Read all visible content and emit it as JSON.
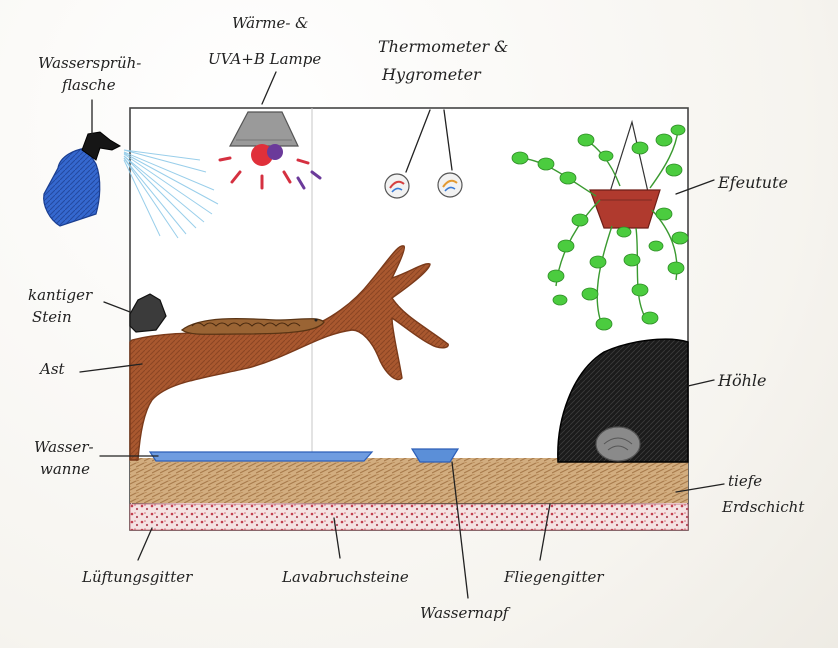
{
  "labels": {
    "spray_bottle": [
      "Wassersprüh-",
      "flasche"
    ],
    "lamp": [
      "Wärme- &",
      "UVA+B Lampe"
    ],
    "thermo": [
      "Thermometer &",
      "Hygrometer"
    ],
    "ivy": "Efeutute",
    "stone": [
      "kantiger",
      "Stein"
    ],
    "branch": "Ast",
    "cave": "Höhle",
    "water_tray": [
      "Wasser-",
      "wanne"
    ],
    "soil": [
      "tiefe",
      "Erdschicht"
    ],
    "vent": "Lüftungsgitter",
    "lava": "Lavabruchsteine",
    "fly_screen": "Fliegengitter",
    "water_bowl": "Wassernapf"
  },
  "colors": {
    "bottle": "#2f5fc4",
    "nozzle": "#1a1a1a",
    "mist": "#8ec9e8",
    "lamp_shade": "#8f8f8f",
    "lamp_red": "#e0303a",
    "lamp_purple": "#6b3a9a",
    "branch": "#a0522d",
    "snake": "#8b5a2b",
    "stone": "#3a3a3a",
    "ivy": "#3fc23a",
    "pot": "#b03a2e",
    "cave": "#111111",
    "water": "#5b8fd8",
    "soil": "#c49a6c",
    "lava": "#c2404f"
  }
}
